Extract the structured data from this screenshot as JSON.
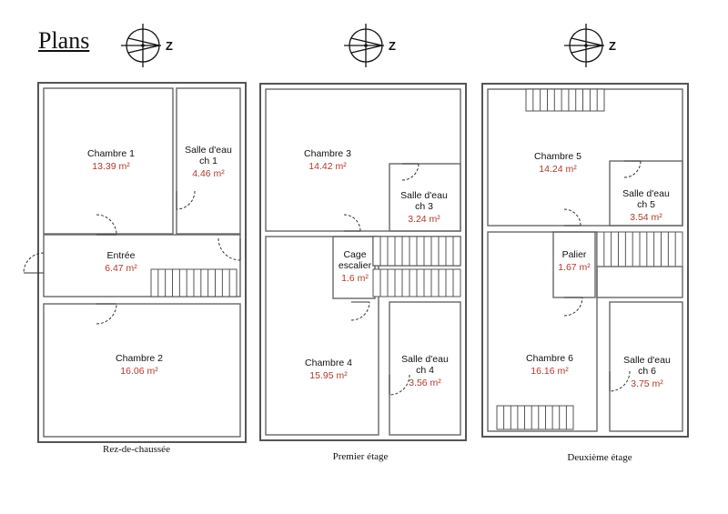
{
  "title": "Plans",
  "compass_letter": "Z",
  "floors": [
    {
      "label": "Rez-de-chaussée",
      "rooms": [
        {
          "name": "Chambre 1",
          "area": "13.39 m²"
        },
        {
          "name": "Salle d'eau\nch 1",
          "area": "4.46 m²"
        },
        {
          "name": "Entrée",
          "area": "6.47 m²"
        },
        {
          "name": "Chambre 2",
          "area": "16.06 m²"
        }
      ]
    },
    {
      "label": "Premier étage",
      "rooms": [
        {
          "name": "Chambre 3",
          "area": "14.42 m²"
        },
        {
          "name": "Salle d'eau\nch 3",
          "area": "3.24 m²"
        },
        {
          "name": "Cage\nescalier",
          "area": "1.6 m²"
        },
        {
          "name": "Chambre 4",
          "area": "15.95 m²"
        },
        {
          "name": "Salle d'eau\nch 4",
          "area": "3.56 m²"
        }
      ]
    },
    {
      "label": "Deuxième étage",
      "rooms": [
        {
          "name": "Chambre 5",
          "area": "14.24 m²"
        },
        {
          "name": "Salle d'eau\nch 5",
          "area": "3.54 m²"
        },
        {
          "name": "Palier",
          "area": "1.67 m²"
        },
        {
          "name": "Chambre 6",
          "area": "16.16 m²"
        },
        {
          "name": "Salle d'eau\nch 6",
          "area": "3.75 m²"
        }
      ]
    }
  ]
}
